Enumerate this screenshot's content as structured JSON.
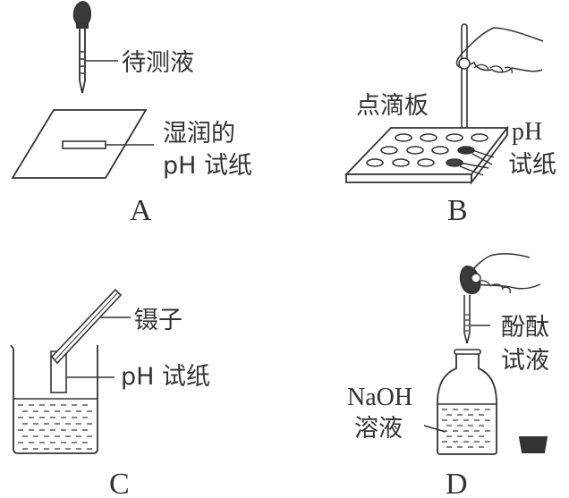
{
  "panels": {
    "A": {
      "caption": "A",
      "dropper_label": "待测液",
      "paper_label_line1": "湿润的",
      "paper_label_line2": "pH 试纸"
    },
    "B": {
      "caption": "B",
      "plate_label": "点滴板",
      "paper_label_line1": "pH",
      "paper_label_line2": "试纸"
    },
    "C": {
      "caption": "C",
      "tweezers_label": "镊子",
      "paper_label": "pH 试纸"
    },
    "D": {
      "caption": "D",
      "dropper_label_line1": "酚酞",
      "dropper_label_line2": "试液",
      "solution_label_line1": "NaOH",
      "solution_label_line2": "溶液"
    }
  }
}
